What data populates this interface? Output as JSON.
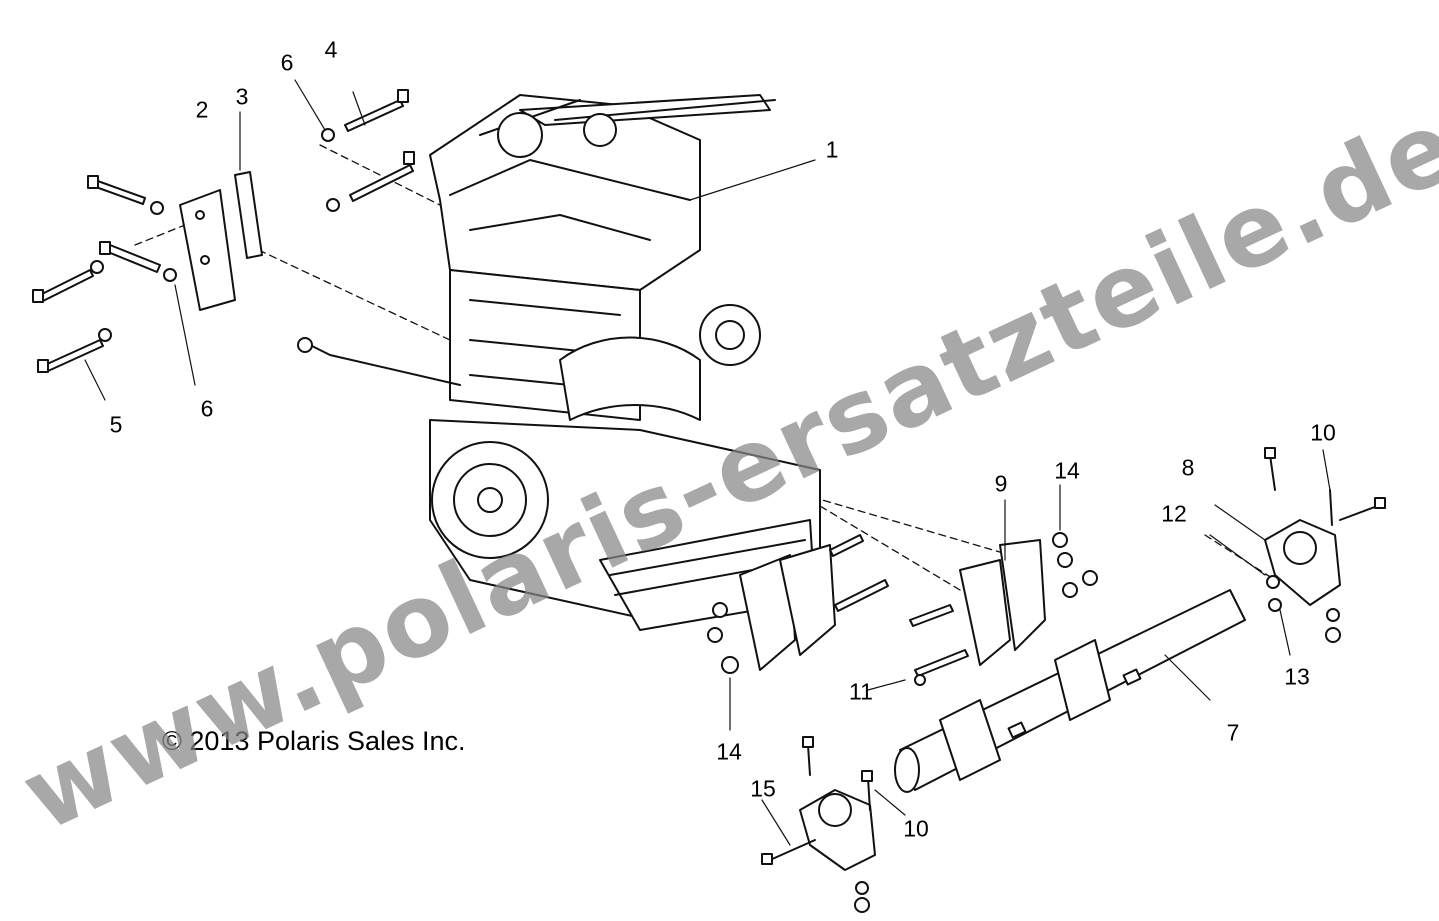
{
  "diagram": {
    "copyright": "© 2013 Polaris Sales Inc.",
    "watermark": "www.polaris-ersatzteile.de",
    "callouts": [
      "1",
      "2",
      "3",
      "4",
      "5",
      "6",
      "6",
      "7",
      "8",
      "9",
      "10",
      "10",
      "11",
      "12",
      "13",
      "14",
      "14",
      "15"
    ]
  }
}
